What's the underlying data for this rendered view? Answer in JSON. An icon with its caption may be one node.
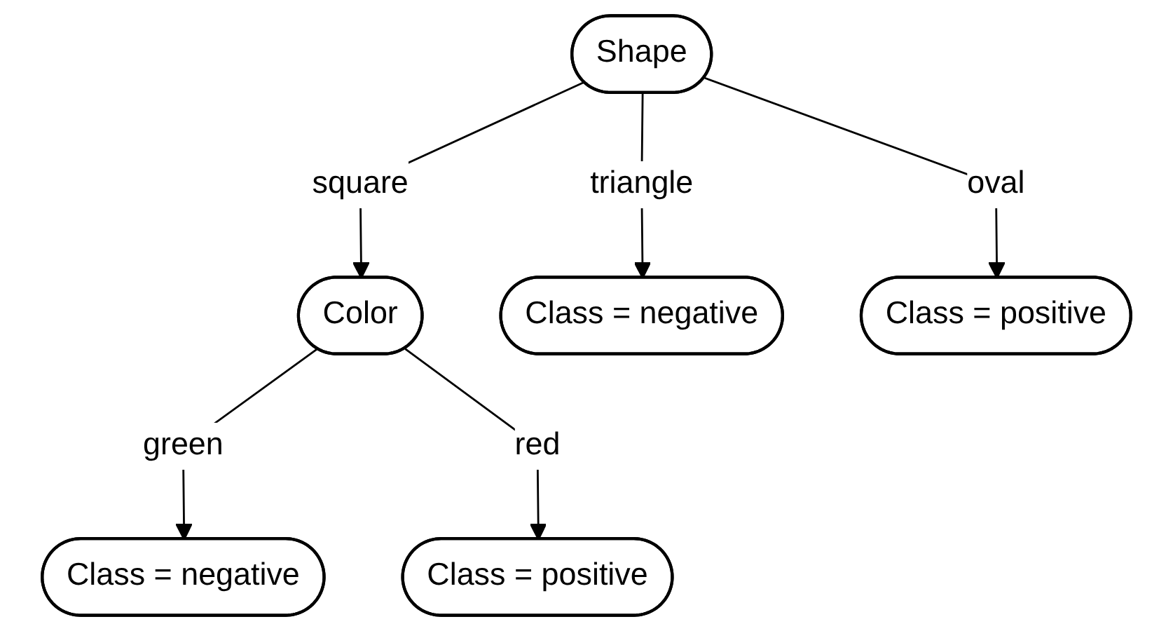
{
  "diagram": {
    "nodes": [
      {
        "text": [
          "Shape"
        ]
      },
      {
        "text": [
          "Color"
        ]
      },
      {
        "text": [
          "Class = negative"
        ]
      },
      {
        "text": [
          "Class = positive"
        ]
      },
      {
        "text": [
          "Class = negative"
        ]
      },
      {
        "text": [
          "Class = positive"
        ]
      }
    ],
    "edges": [
      {
        "from": 0,
        "to": 1,
        "arrow": "to",
        "label": "square"
      },
      {
        "from": 0,
        "to": 2,
        "arrow": "to",
        "label": "triangle"
      },
      {
        "from": 0,
        "to": 3,
        "arrow": "to",
        "label": "oval"
      },
      {
        "from": 1,
        "to": 4,
        "arrow": "to",
        "label": "green"
      },
      {
        "from": 1,
        "to": 5,
        "arrow": "to",
        "label": "red"
      }
    ]
  }
}
